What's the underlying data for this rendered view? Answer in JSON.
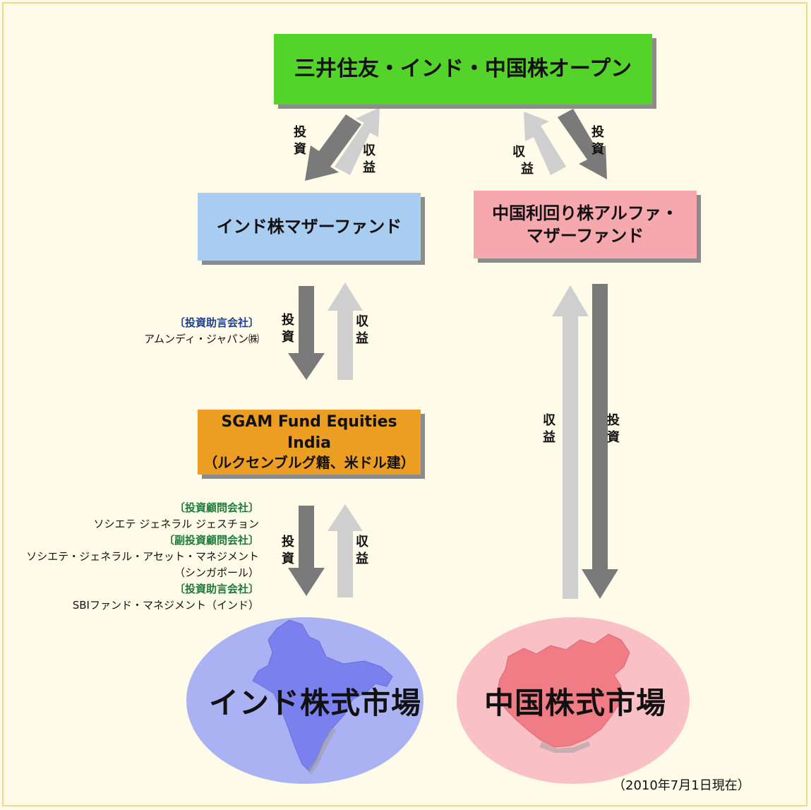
{
  "boxes": {
    "top": "三井住友・インド・中国株オープン",
    "india_mother": "インド株マザーファンド",
    "china_mother_line1": "中国利回り株アルファ・",
    "china_mother_line2": "マザーファンド",
    "sgam_line1": "SGAM Fund Equities India",
    "sgam_line2": "（ルクセンブルグ籍、米ドル建）"
  },
  "flow_labels": {
    "invest_1": "投",
    "invest_2": "資",
    "return_1": "収",
    "return_2": "益"
  },
  "advisors": {
    "mid_head": "〔投資助言会社〕",
    "mid_name": "アムンディ・ジャパン㈱",
    "low_head1": "〔投資顧問会社〕",
    "low_name1": "ソシエテ ジェネラル ジェスチョン",
    "low_head2": "〔副投資顧問会社〕",
    "low_name2a": "ソシエテ・ジェネラル・アセット・マネジメント",
    "low_name2b": "（シンガポール）",
    "low_head3": "〔投資助言会社〕",
    "low_name3": "SBIファンド・マネジメント（インド）"
  },
  "markets": {
    "india": "インド株式市場",
    "china": "中国株式市場"
  },
  "note": "（2010年7月1日現在）",
  "colors": {
    "invest_arrow": "#7a7a7a",
    "return_arrow": "#cfcfcf",
    "top_box": "#54d42a",
    "india_box": "#a8cdf0",
    "china_box": "#f5a8ae",
    "sgam_box": "#ec9e22",
    "india_ellipse": "#aab2f3",
    "china_ellipse": "#f9c0c6"
  }
}
